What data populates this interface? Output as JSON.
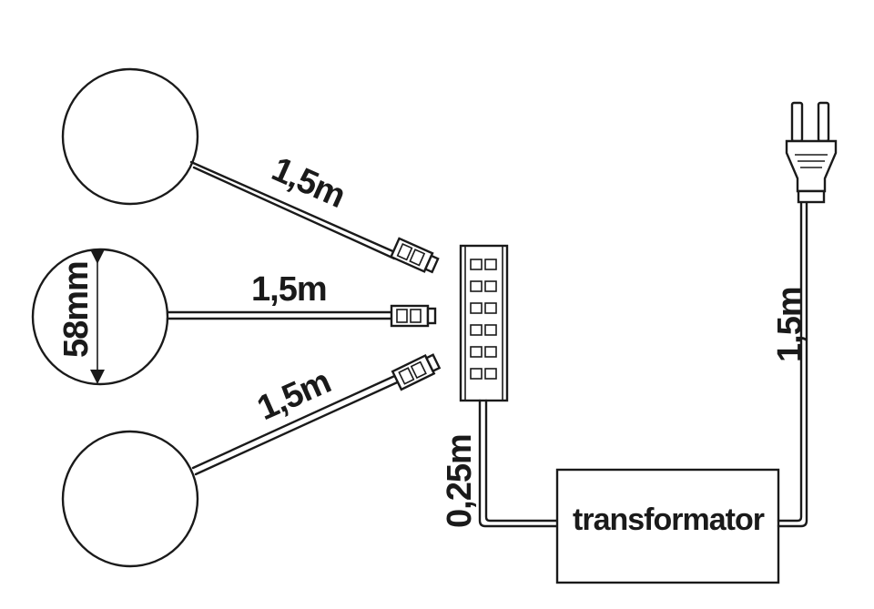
{
  "cable_labels": {
    "light_1": "1,5m",
    "light_2": "1,5m",
    "light_3": "1,5m",
    "distributor_to_transformer": "0,25m",
    "transformer_to_plug": "1,5m"
  },
  "dimension_label": "58mm",
  "transformer_label": "transformator",
  "distributor_ports": 12
}
